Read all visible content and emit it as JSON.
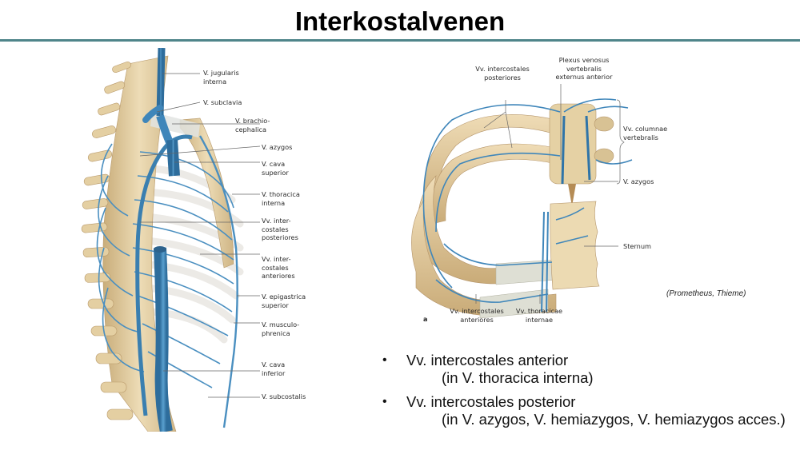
{
  "slide": {
    "title": "Interkostalvenen",
    "accent_rule_color": "#4f858a"
  },
  "figure_left": {
    "description": "Lateral view of thorax showing veins of the thoracic wall",
    "labels": [
      {
        "id": "v-jugularis-interna",
        "text": "V. jugularis\ninterna"
      },
      {
        "id": "v-subclavia",
        "text": "V. subclavia"
      },
      {
        "id": "v-brachiocephalica",
        "text": "V. brachio-\ncephalica"
      },
      {
        "id": "v-azygos",
        "text": "V. azygos"
      },
      {
        "id": "v-cava-superior",
        "text": "V. cava\nsuperior"
      },
      {
        "id": "v-thoracica-interna",
        "text": "V. thoracica\ninterna"
      },
      {
        "id": "vv-intercostales-posteriores",
        "text": "Vv. inter-\ncostales\nposteriores"
      },
      {
        "id": "vv-intercostales-anteriores",
        "text": "Vv. inter-\ncostales\nanteriores"
      },
      {
        "id": "v-epigastrica-superior",
        "text": "V. epigastrica\nsuperior"
      },
      {
        "id": "v-musculophrenica",
        "text": "V. musculo-\nphrenica"
      },
      {
        "id": "v-cava-inferior",
        "text": "V. cava\ninferior"
      },
      {
        "id": "v-subcostalis",
        "text": "V. subcostalis"
      }
    ]
  },
  "figure_right": {
    "description": "Segment of thoracic wall with ribs, vertebra and sternum showing intercostal veins",
    "panel_letter": "a",
    "labels": [
      {
        "id": "vv-intercostales-posteriores",
        "text": "Vv. intercostales\nposteriores"
      },
      {
        "id": "plexus-venosus",
        "text": "Plexus venosus\nvertebralis\nexternus anterior"
      },
      {
        "id": "vv-columnae-vertebralis",
        "text": "Vv. columnae\nvertebralis"
      },
      {
        "id": "v-azygos",
        "text": "V. azygos"
      },
      {
        "id": "sternum",
        "text": "Sternum"
      },
      {
        "id": "vv-intercostales-anteriores",
        "text": "Vv. intercostales\nanteriores"
      },
      {
        "id": "vv-thoracicae-internae",
        "text": "Vv. thoracicae\ninternae"
      }
    ]
  },
  "credit": "(Prometheus, Thieme)",
  "bullets": [
    {
      "marker": "•",
      "main": "Vv. intercostales anterior",
      "sub": "(in V. thoracica interna)"
    },
    {
      "marker": "•",
      "main": "Vv. intercostales posterior",
      "sub": "(in V. azygos, V. hemiazygos, V. hemiazygos acces.)"
    }
  ],
  "colors": {
    "vein": "#4a8fc0",
    "vein_dark": "#2f6f9f",
    "bone": "#e6d2a8",
    "bone_dark": "#c7ad7c",
    "cartilage": "#dcdcd0",
    "leader_line": "#666666"
  }
}
